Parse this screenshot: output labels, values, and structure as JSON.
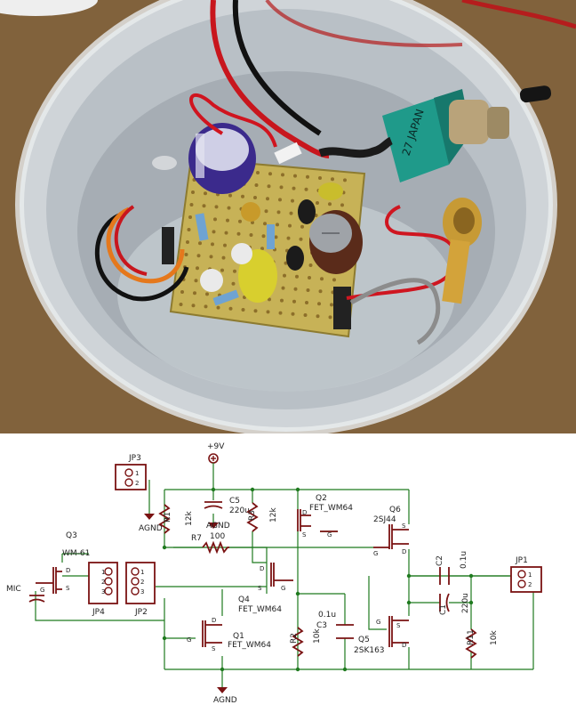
{
  "photo": {
    "description_icon": "circuit-photo",
    "chip_label": "27 JAPAN"
  },
  "schematic": {
    "supply": "+9V",
    "ground": "AGND",
    "headers": {
      "jp1": {
        "ref": "JP1",
        "pins": [
          "1",
          "2"
        ]
      },
      "jp2": {
        "ref": "JP2",
        "pins": [
          "1",
          "2",
          "3"
        ]
      },
      "jp3": {
        "ref": "JP3",
        "pins": [
          "1",
          "2"
        ]
      },
      "jp4": {
        "ref": "JP4",
        "pins": [
          "1",
          "2",
          "3"
        ]
      }
    },
    "resistors": [
      {
        "ref": "R1",
        "value": "12k"
      },
      {
        "ref": "R3",
        "value": "12k"
      },
      {
        "ref": "R7",
        "value": "100"
      },
      {
        "ref": "R2",
        "value": "10k"
      },
      {
        "ref": "R11",
        "value": "10k"
      }
    ],
    "capacitors": [
      {
        "ref": "C5",
        "value": "220u"
      },
      {
        "ref": "C3",
        "value": "0.1u"
      },
      {
        "ref": "C2",
        "value": "0.1u"
      },
      {
        "ref": "C1",
        "value": "220u"
      }
    ],
    "transistors": [
      {
        "ref": "Q1",
        "part": "FET_WM64"
      },
      {
        "ref": "Q2",
        "part": "FET_WM64"
      },
      {
        "ref": "Q4",
        "part": "FET_WM64"
      },
      {
        "ref": "Q5",
        "part": "2SK163"
      },
      {
        "ref": "Q6",
        "part": "2SJ44"
      },
      {
        "ref": "Q3",
        "part": "WM-61"
      }
    ],
    "mic_label": "MIC",
    "pin_letters": {
      "d": "D",
      "s": "S",
      "g": "G"
    }
  }
}
